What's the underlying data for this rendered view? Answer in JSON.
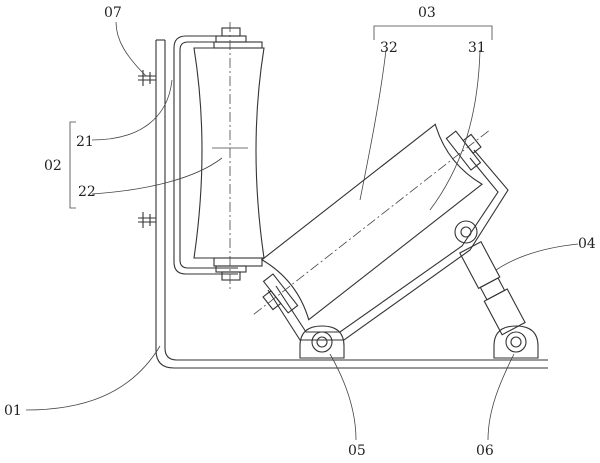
{
  "labels": {
    "l07": "07",
    "l03": "03",
    "l32": "32",
    "l31": "31",
    "l21": "21",
    "l02": "02",
    "l22": "22",
    "l04": "04",
    "l01": "01",
    "l05": "05",
    "l06": "06"
  }
}
